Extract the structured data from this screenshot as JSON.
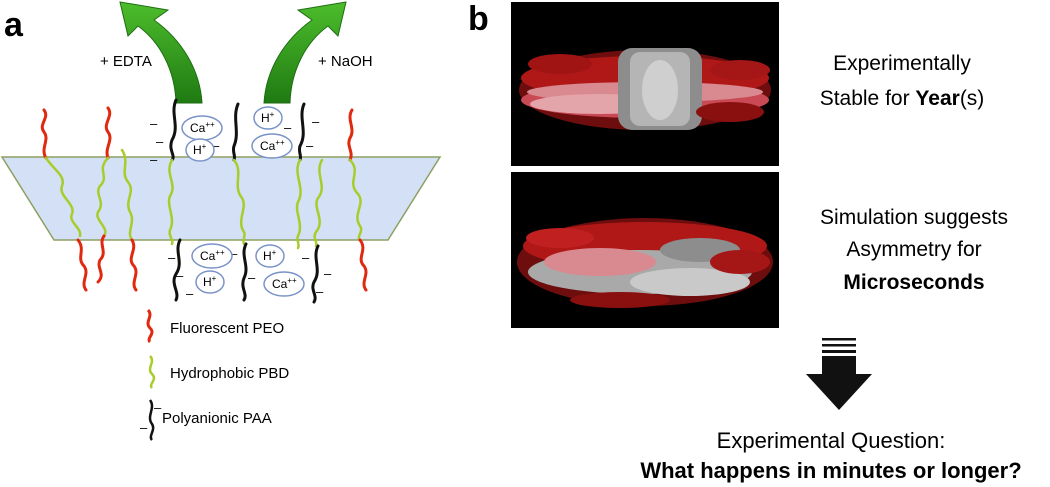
{
  "panel_a": {
    "label": "a",
    "left_reagent": "+ EDTA",
    "right_reagent": "+ NaOH",
    "ions": {
      "calcium": "Ca",
      "calcium_charge": "++",
      "proton": "H",
      "proton_charge": "+"
    },
    "charge_symbol": "–",
    "legend": [
      {
        "label": "Fluorescent PEO",
        "color": "#e02a10"
      },
      {
        "label": "Hydrophobic PBD",
        "color": "#a8cc2a"
      },
      {
        "label": "Polyanionic PAA",
        "color": "#111111"
      }
    ],
    "membrane_color": "#d3e0f5",
    "arrow_color": "#2f9a1a"
  },
  "panel_b": {
    "label": "b",
    "experimental": {
      "line1": "Experimentally",
      "line2_prefix": "Stable for ",
      "line2_bold": "Year",
      "line2_suffix": "(s)"
    },
    "simulation": {
      "line1": "Simulation suggests",
      "line2": "Asymmetry for",
      "line3_bold": "Microseconds"
    },
    "question": {
      "line1": "Experimental Question:",
      "line2_bold": "What happens in minutes or longer?"
    },
    "colors": {
      "image_background": "#000000",
      "lipid_red": "#b01818",
      "lipid_pink": "#d98a90",
      "lipid_gray": "#a9a9a9",
      "down_arrow": "#111111"
    }
  }
}
